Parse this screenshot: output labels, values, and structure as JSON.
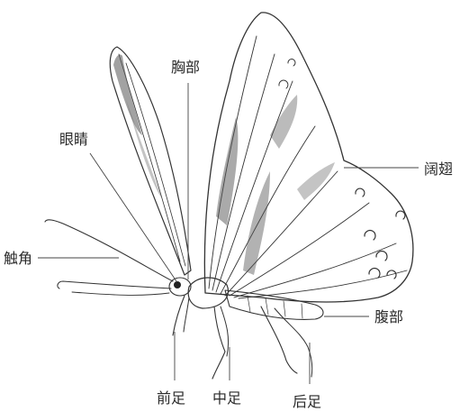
{
  "labels": {
    "thorax": "胸部",
    "eye": "眼睛",
    "wing": "阔翅",
    "antenna": "触角",
    "abdomen": "腹部",
    "foreleg": "前足",
    "midleg": "中足",
    "hindleg": "后足"
  }
}
